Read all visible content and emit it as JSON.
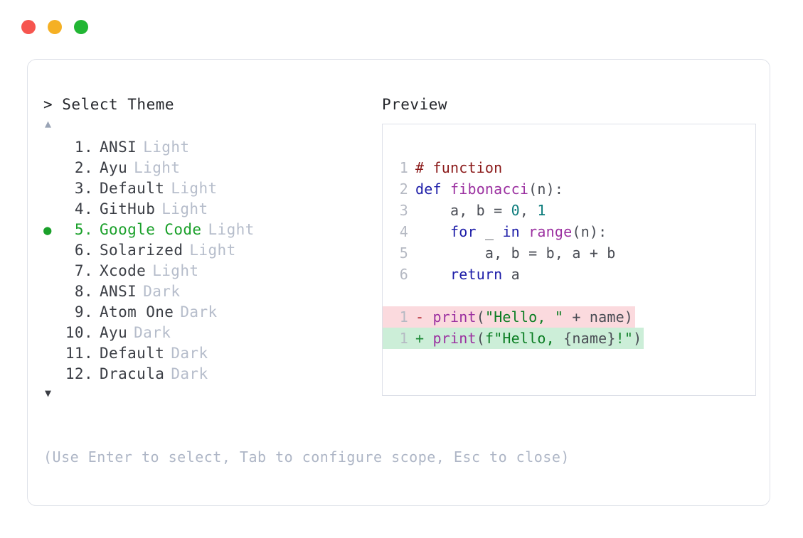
{
  "window": {
    "buttons": [
      {
        "name": "close",
        "color": "#f6554f"
      },
      {
        "name": "minimize",
        "color": "#f5b024"
      },
      {
        "name": "maximize",
        "color": "#22b634"
      }
    ]
  },
  "picker": {
    "prompt": "> Select Theme",
    "scroll_up": "▲",
    "scroll_down": "▼",
    "selected_index": 5,
    "selected_bullet": "●",
    "accent_color": "#1aa02a",
    "items": [
      {
        "index": "1.",
        "name": "ANSI",
        "mode": "Light"
      },
      {
        "index": "2.",
        "name": "Ayu",
        "mode": "Light"
      },
      {
        "index": "3.",
        "name": "Default",
        "mode": "Light"
      },
      {
        "index": "4.",
        "name": "GitHub",
        "mode": "Light"
      },
      {
        "index": "5.",
        "name": "Google Code",
        "mode": "Light"
      },
      {
        "index": "6.",
        "name": "Solarized",
        "mode": "Light"
      },
      {
        "index": "7.",
        "name": "Xcode",
        "mode": "Light"
      },
      {
        "index": "8.",
        "name": "ANSI",
        "mode": "Dark"
      },
      {
        "index": "9.",
        "name": "Atom One",
        "mode": "Dark"
      },
      {
        "index": "10.",
        "name": "Ayu",
        "mode": "Dark"
      },
      {
        "index": "11.",
        "name": "Default",
        "mode": "Dark"
      },
      {
        "index": "12.",
        "name": "Dracula",
        "mode": "Dark"
      }
    ]
  },
  "preview": {
    "label": "Preview",
    "code_lines": [
      {
        "num": "1",
        "tokens": [
          {
            "t": "# function",
            "c": "tk-comment"
          }
        ]
      },
      {
        "num": "2",
        "tokens": [
          {
            "t": "def ",
            "c": "tk-kw"
          },
          {
            "t": "fibonacci",
            "c": "tk-fn"
          },
          {
            "t": "(n):",
            "c": "tk-plain"
          }
        ]
      },
      {
        "num": "3",
        "tokens": [
          {
            "t": "    a, b = ",
            "c": "tk-plain"
          },
          {
            "t": "0",
            "c": "tk-num"
          },
          {
            "t": ", ",
            "c": "tk-plain"
          },
          {
            "t": "1",
            "c": "tk-num"
          }
        ]
      },
      {
        "num": "4",
        "tokens": [
          {
            "t": "    ",
            "c": "tk-plain"
          },
          {
            "t": "for",
            "c": "tk-kw"
          },
          {
            "t": " _ ",
            "c": "tk-plain"
          },
          {
            "t": "in",
            "c": "tk-kw"
          },
          {
            "t": " ",
            "c": "tk-plain"
          },
          {
            "t": "range",
            "c": "tk-fn"
          },
          {
            "t": "(n):",
            "c": "tk-plain"
          }
        ]
      },
      {
        "num": "5",
        "tokens": [
          {
            "t": "        a, b = b, a + b",
            "c": "tk-plain"
          }
        ]
      },
      {
        "num": "6",
        "tokens": [
          {
            "t": "    ",
            "c": "tk-plain"
          },
          {
            "t": "return",
            "c": "tk-kw"
          },
          {
            "t": " a",
            "c": "tk-plain"
          }
        ]
      }
    ],
    "diff_lines": [
      {
        "num": "1",
        "sign": "-",
        "kind": "del",
        "bg": "#fbdade",
        "tokens": [
          {
            "t": "print",
            "c": "tk-fn"
          },
          {
            "t": "(",
            "c": "tk-plain"
          },
          {
            "t": "\"Hello, \"",
            "c": "tk-str"
          },
          {
            "t": " + name)",
            "c": "tk-plain"
          }
        ]
      },
      {
        "num": "1",
        "sign": "+",
        "kind": "add",
        "bg": "#cceed8",
        "tokens": [
          {
            "t": "print",
            "c": "tk-fn"
          },
          {
            "t": "(",
            "c": "tk-plain"
          },
          {
            "t": "f\"Hello, ",
            "c": "tk-str"
          },
          {
            "t": "{name}",
            "c": "tk-plain"
          },
          {
            "t": "!\"",
            "c": "tk-str"
          },
          {
            "t": ")",
            "c": "tk-plain"
          }
        ]
      }
    ]
  },
  "hint": "(Use Enter to select, Tab to configure scope, Esc to close)"
}
